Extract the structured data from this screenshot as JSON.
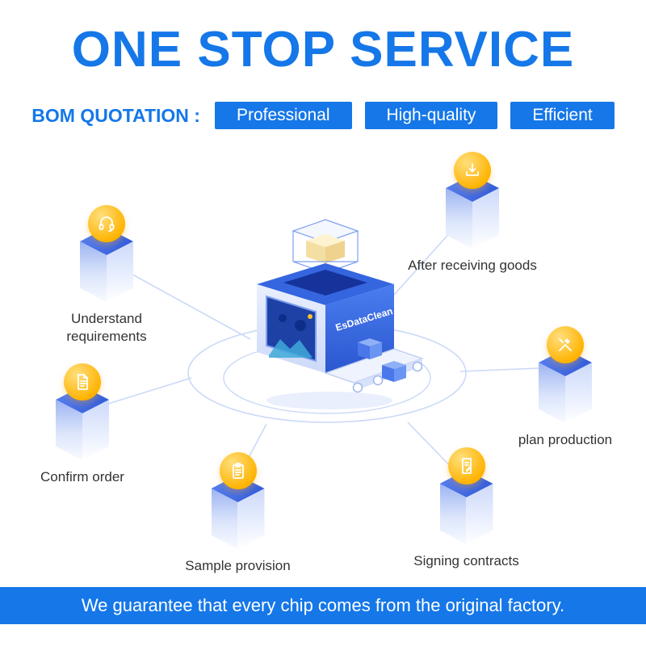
{
  "header": {
    "title": "ONE STOP SERVICE",
    "bom_label": "BOM QUOTATION :",
    "badges": [
      {
        "label": "Professional"
      },
      {
        "label": "High-quality"
      },
      {
        "label": "Efficient"
      }
    ]
  },
  "machine": {
    "label": "EsDataClean"
  },
  "nodes": [
    {
      "label": "Understand requirements",
      "icon": "headset-icon"
    },
    {
      "label": "Confirm order",
      "icon": "document-icon"
    },
    {
      "label": "Sample provision",
      "icon": "clipboard-icon"
    },
    {
      "label": "After receiving goods",
      "icon": "download-icon"
    },
    {
      "label": "plan production",
      "icon": "tools-icon"
    },
    {
      "label": "Signing contracts",
      "icon": "contract-icon"
    }
  ],
  "footer": {
    "message": "We guarantee that every chip comes from the original factory."
  },
  "colors": {
    "accent": "#1577E8",
    "gold": "#FFB300",
    "line": "#CBD9F8"
  }
}
